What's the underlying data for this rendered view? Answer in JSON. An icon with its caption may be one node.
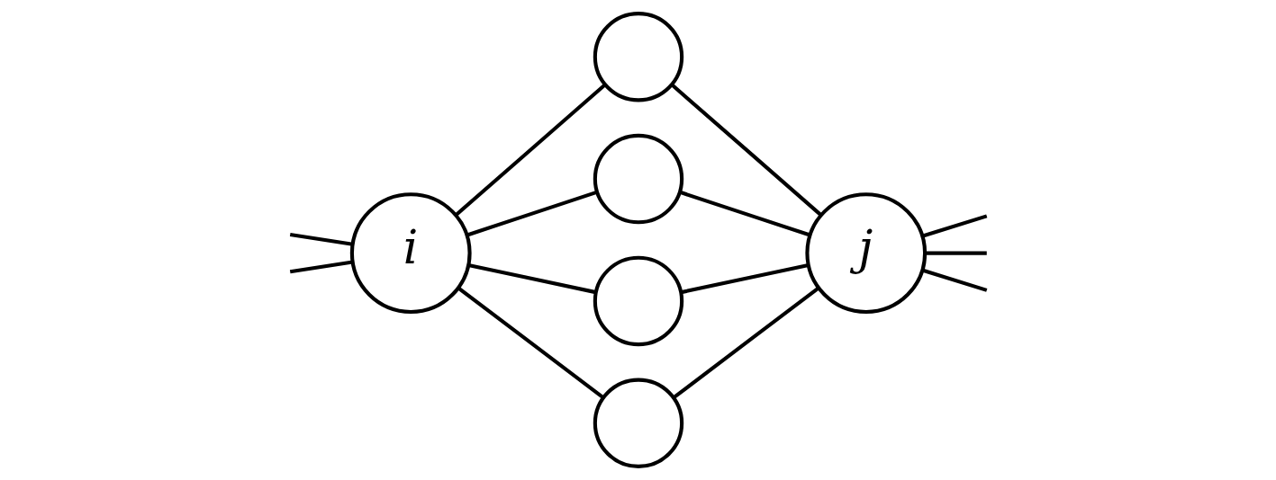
{
  "diagram": {
    "nodes": [
      {
        "text": [
          "i"
        ]
      },
      {
        "text": [],
        "shape": "circle"
      },
      {
        "text": [],
        "shape": "circle"
      },
      {
        "text": [],
        "shape": "circle"
      },
      {
        "text": [],
        "shape": "circle"
      },
      {
        "text": [
          "j"
        ]
      }
    ],
    "edges": [
      {
        "from": 0,
        "to": 1,
        "arrow": "none"
      },
      {
        "from": 0,
        "to": 2,
        "arrow": "none"
      },
      {
        "from": 0,
        "to": 3,
        "arrow": "none"
      },
      {
        "from": 0,
        "to": 4,
        "arrow": "none"
      },
      {
        "from": 1,
        "to": 5,
        "arrow": "none"
      },
      {
        "from": 2,
        "to": 5,
        "arrow": "none"
      },
      {
        "from": 3,
        "to": 5,
        "arrow": "none"
      },
      {
        "from": 4,
        "to": 5,
        "arrow": "none"
      },
      {
        "from": null,
        "to": 0,
        "arrow": "none"
      },
      {
        "from": null,
        "to": 0,
        "arrow": "none"
      },
      {
        "from": 5,
        "to": null,
        "arrow": "none"
      },
      {
        "from": 5,
        "to": null,
        "arrow": "none"
      },
      {
        "from": 5,
        "to": null,
        "arrow": "none"
      }
    ]
  }
}
